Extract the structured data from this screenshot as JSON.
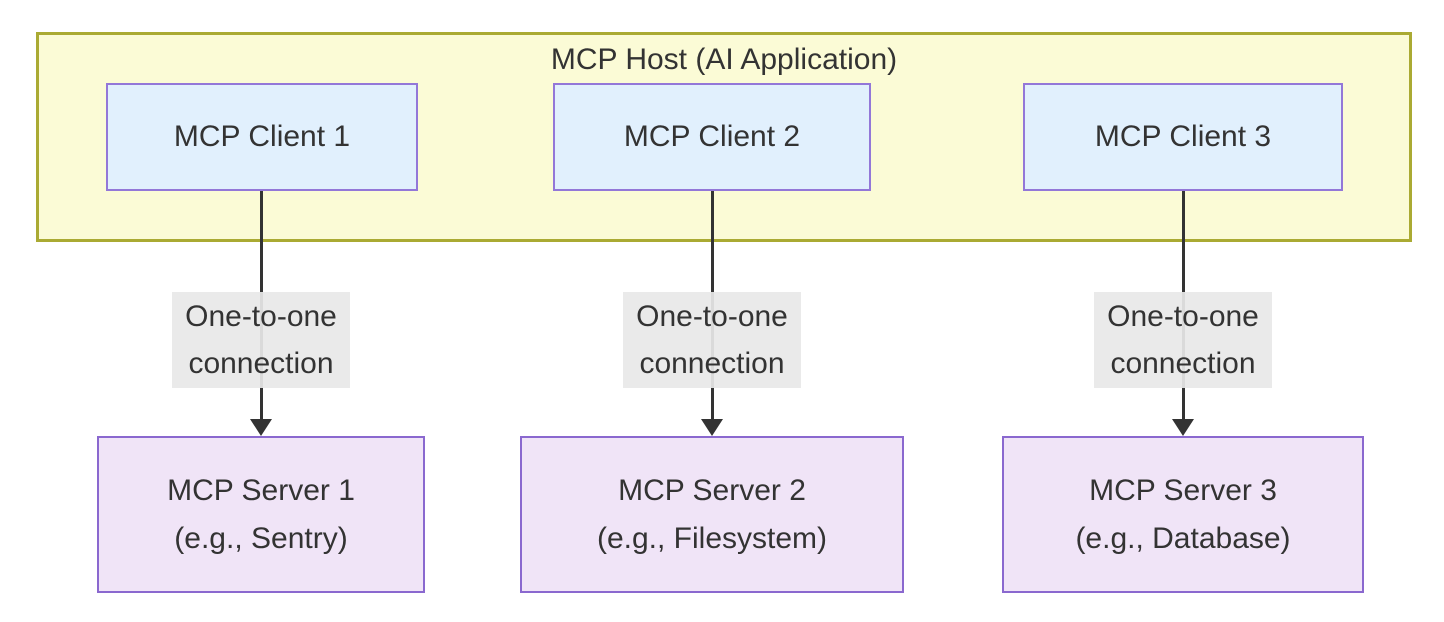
{
  "diagram": {
    "type": "flowchart",
    "host": {
      "title": "MCP Host (AI Application)"
    },
    "clients": [
      {
        "label": "MCP Client 1"
      },
      {
        "label": "MCP Client 2"
      },
      {
        "label": "MCP Client 3"
      }
    ],
    "connections": [
      {
        "line1": "One-to-one",
        "line2": "connection"
      },
      {
        "line1": "One-to-one",
        "line2": "connection"
      },
      {
        "line1": "One-to-one",
        "line2": "connection"
      }
    ],
    "servers": [
      {
        "line1": "MCP Server 1",
        "line2": "(e.g., Sentry)"
      },
      {
        "line1": "MCP Server 2",
        "line2": "(e.g., Filesystem)"
      },
      {
        "line1": "MCP Server 3",
        "line2": "(e.g., Database)"
      }
    ],
    "colors": {
      "background": "#ffffff",
      "host_fill": "#fbfbd6",
      "host_border": "#aaaa33",
      "client_fill": "#e1f0fd",
      "client_border": "#9377d8",
      "server_fill": "#f0e4f7",
      "server_border": "#8a68cf",
      "edge": "#333333",
      "edge_label_bg": "#e8e8e8",
      "text": "#333333"
    }
  }
}
